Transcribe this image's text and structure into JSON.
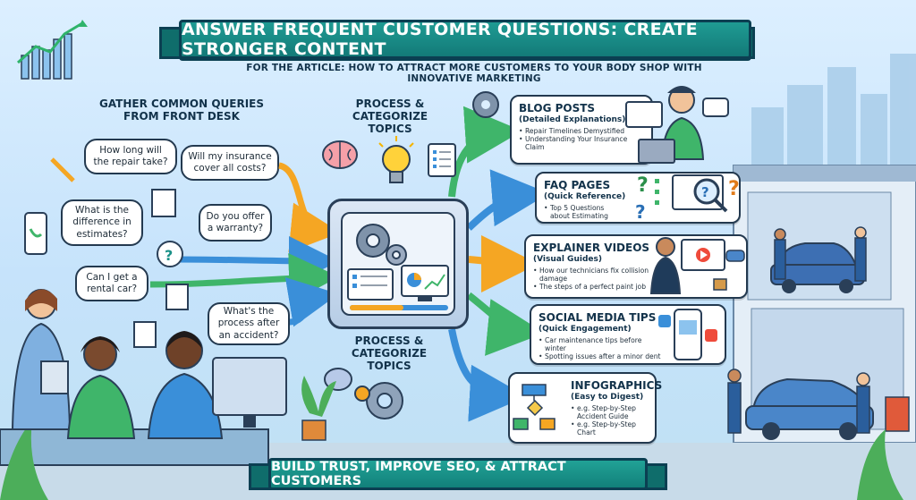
{
  "title": "ANSWER FREQUENT CUSTOMER QUESTIONS: CREATE STRONGER CONTENT",
  "subtitle": "FOR THE ARTICLE: HOW TO ATTRACT MORE CUSTOMERS TO YOUR BODY SHOP WITH INNOVATIVE MARKETING",
  "footer": "BUILD TRUST, IMPROVE SEO, & ATTRACT CUSTOMERS",
  "left_heading": "GATHER COMMON QUERIES FROM FRONT DESK",
  "process_heading_top": "PROCESS & CATEGORIZE TOPICS",
  "process_heading_bottom": "PROCESS & CATEGORIZE TOPICS",
  "questions": [
    "How long will the repair take?",
    "Will my insurance cover all costs?",
    "What is the difference in estimates?",
    "Do you offer a warranty?",
    "Can I get a rental car?",
    "What's the process after an accident?"
  ],
  "outputs": [
    {
      "title": "BLOG POSTS",
      "subtitle": "(Detailed Explanations)",
      "items": [
        "Repair Timelines Demystified",
        "Understanding Your Insurance Claim"
      ]
    },
    {
      "title": "FAQ PAGES",
      "subtitle": "(Quick Reference)",
      "items": [
        "Top 5 Questions about Estimating"
      ]
    },
    {
      "title": "EXPLAINER VIDEOS",
      "subtitle": "(Visual Guides)",
      "items": [
        "How our technicians fix collision damage",
        "The steps of a perfect paint job"
      ]
    },
    {
      "title": "SOCIAL MEDIA TIPS",
      "subtitle": "(Quick Engagement)",
      "items": [
        "Car maintenance tips before winter",
        "Spotting issues after a minor dent"
      ]
    },
    {
      "title": "INFOGRAPHICS",
      "subtitle": "(Easy to Digest)",
      "items": [
        "e.g. Step-by-Step Accident Guide",
        "e.g. Step-by-Step Chart"
      ]
    }
  ],
  "colors": {
    "teal": "#1a9188",
    "navy": "#0b3f52",
    "arrow_green": "#3fb56a",
    "arrow_blue": "#3a8fd9",
    "arrow_orange": "#f5a623"
  }
}
